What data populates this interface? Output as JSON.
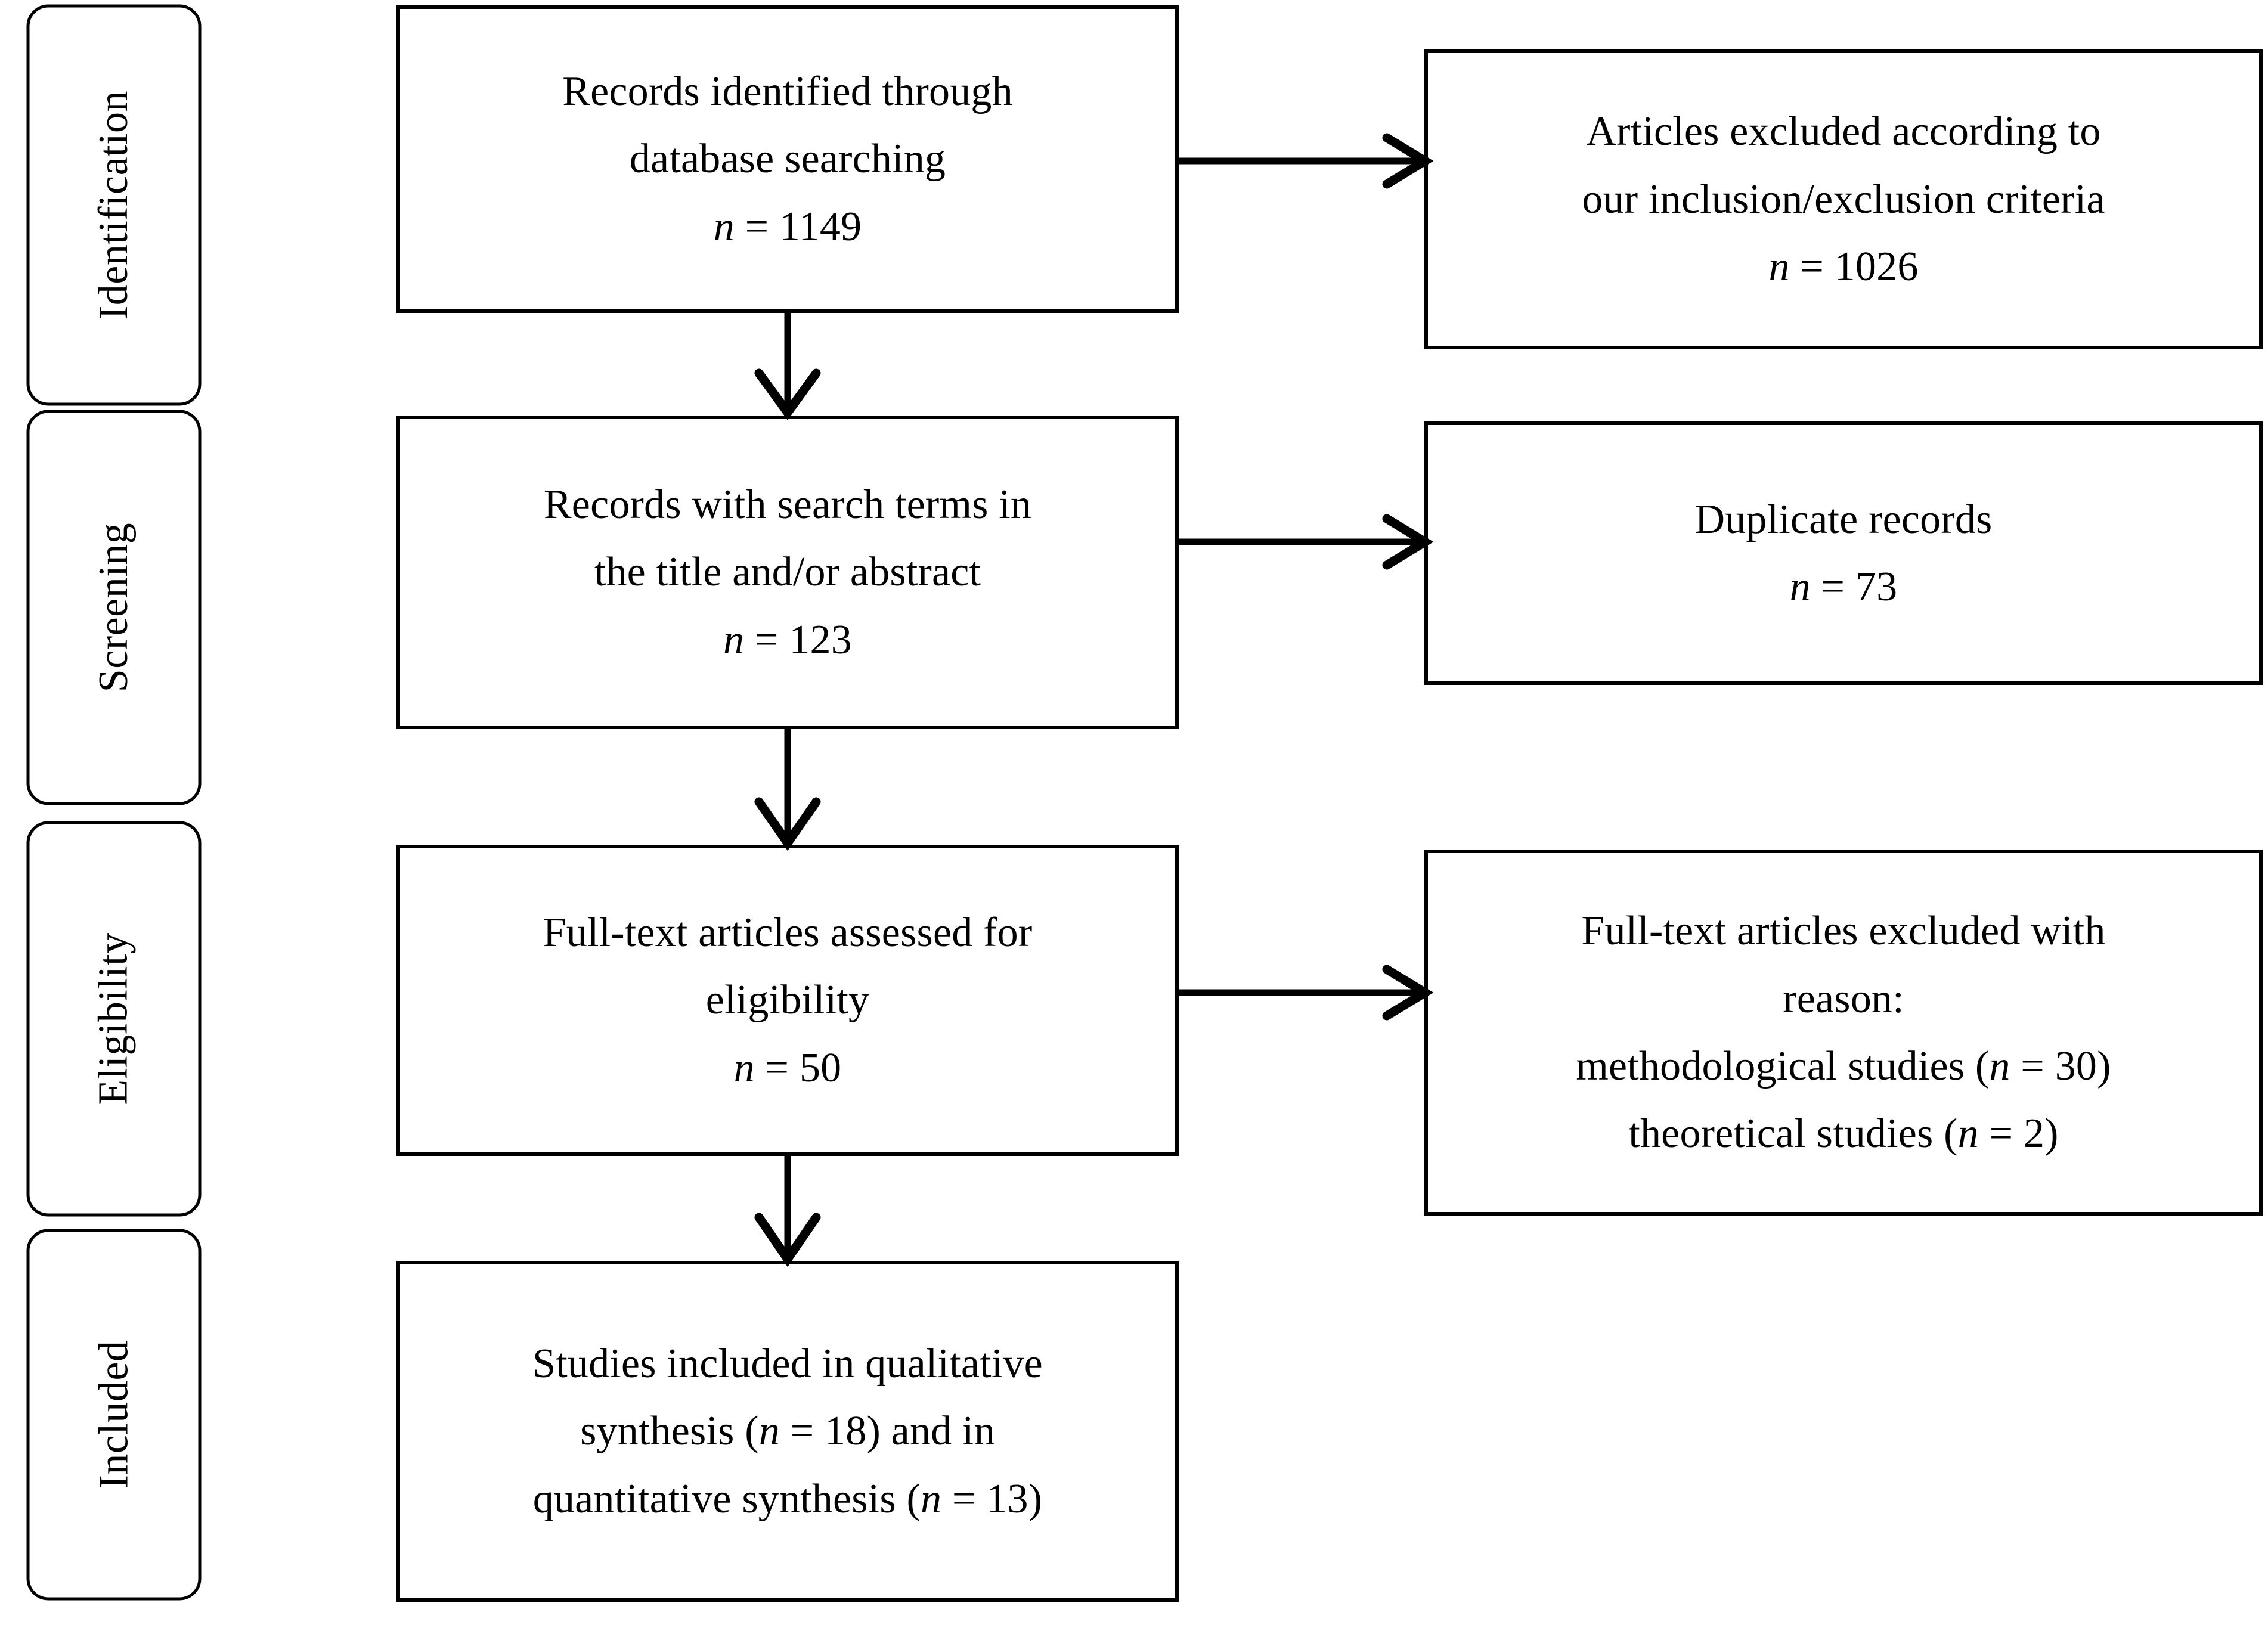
{
  "figure": {
    "type": "prisma-flow-diagram",
    "background_color": "#ffffff",
    "line_color": "#000000"
  },
  "stages": [
    {
      "id": "identification",
      "label": "Identification"
    },
    {
      "id": "screening",
      "label": "Screening"
    },
    {
      "id": "eligibility",
      "label": "Eligibility"
    },
    {
      "id": "included",
      "label": "Included"
    }
  ],
  "flow_boxes": [
    {
      "id": "records-identified",
      "lines": [
        "Records identified through",
        "database searching"
      ],
      "count_label": "n",
      "count_value": "1149",
      "count_text": "n = 1149"
    },
    {
      "id": "records-search-terms",
      "lines": [
        "Records with search terms in",
        "the title and/or abstract"
      ],
      "count_label": "n",
      "count_value": "123",
      "count_text": "n = 123"
    },
    {
      "id": "fulltext-assessed",
      "lines": [
        "Full-text articles assessed for",
        "eligibility"
      ],
      "count_label": "n",
      "count_value": "50",
      "count_text": "n = 50"
    },
    {
      "id": "studies-included",
      "lines": [
        "Studies included in qualitative",
        "synthesis (n = 18) and in",
        "quantitative synthesis (n = 13)"
      ],
      "qualitative_count": "18",
      "quantitative_count": "13"
    }
  ],
  "exclusion_boxes": [
    {
      "id": "articles-excluded-criteria",
      "lines": [
        "Articles excluded according to",
        "our inclusion/exclusion criteria"
      ],
      "count_label": "n",
      "count_value": "1026",
      "count_text": "n = 1026"
    },
    {
      "id": "duplicate-records",
      "lines": [
        "Duplicate records"
      ],
      "count_label": "n",
      "count_value": "73",
      "count_text": "n = 73"
    },
    {
      "id": "fulltext-excluded-reason",
      "lines": [
        "Full-text articles excluded with",
        "reason:",
        "methodological studies (n = 30)",
        "theoretical studies (n = 2)"
      ],
      "methodological_count": "30",
      "theoretical_count": "2"
    }
  ],
  "connectors": [
    {
      "id": "identified-to-screening",
      "direction": "down"
    },
    {
      "id": "identified-to-excluded",
      "direction": "right"
    },
    {
      "id": "screening-to-eligibility",
      "direction": "down"
    },
    {
      "id": "screening-to-duplicates",
      "direction": "right"
    },
    {
      "id": "eligibility-to-included",
      "direction": "down"
    },
    {
      "id": "eligibility-to-excluded",
      "direction": "right"
    }
  ]
}
